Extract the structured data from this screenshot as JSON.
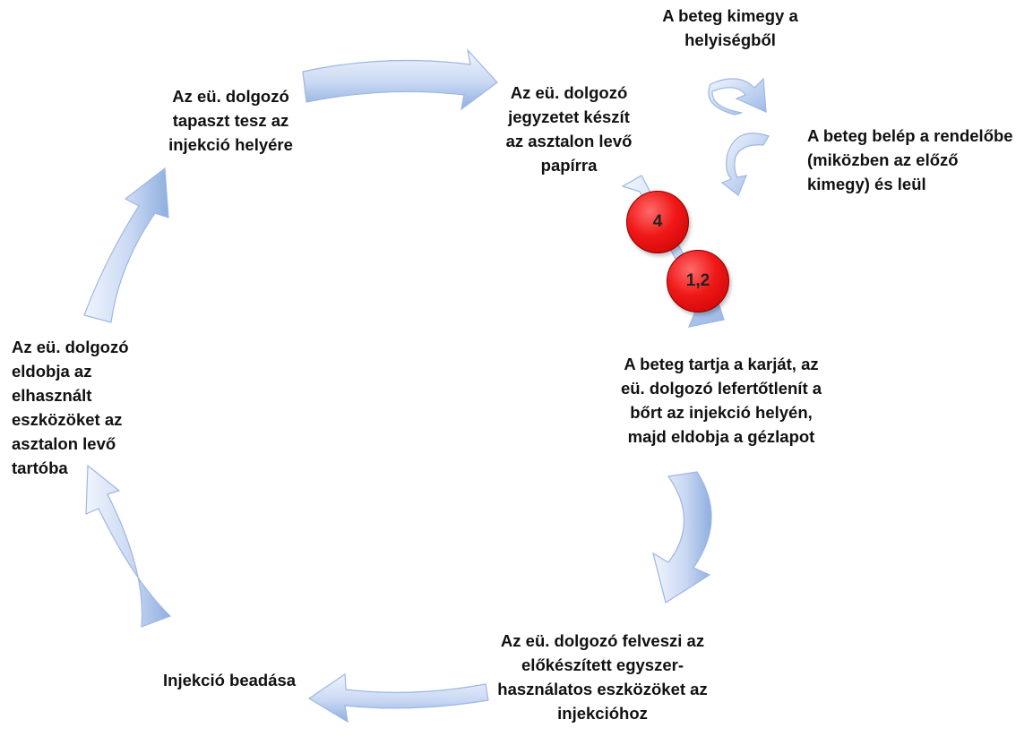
{
  "steps": {
    "notes": "Az eü. dolgozó\njegyzetet készít\naz asztalon levő\npapírra",
    "clean_skin": "A beteg tartja a karját, az\neü. dolgozó lefertőtlenít a\nbőrt az injekció helyén,\nmajd eldobja a gézlapot",
    "take_tools": "Az eü. dolgozó felveszi az\nelőkészített egyszer-\nhasználatos eszközöket az\ninjekcióhoz",
    "inject": "Injekció beadása",
    "discard_tools": "Az eü. dolgozó\neldobja az\nelhasznált\neszközöket az\nasztalon levő\ntartóba",
    "plaster": "Az eü. dolgozó\ntapaszt tesz az\ninjekció helyére"
  },
  "patient_flow": {
    "exits": "A beteg kimegy a\nhelyiségből",
    "enters": "A beteg belép a rendelőbe\n(miközben az előző\nkimegy) és leül"
  },
  "badges": {
    "first": "4",
    "second": "1,2"
  },
  "colors": {
    "arrow_light": "#e8eefa",
    "arrow_dark": "#8eaee0",
    "arrow_edge": "#9db7e2",
    "badge_red": "#e81a1a"
  }
}
